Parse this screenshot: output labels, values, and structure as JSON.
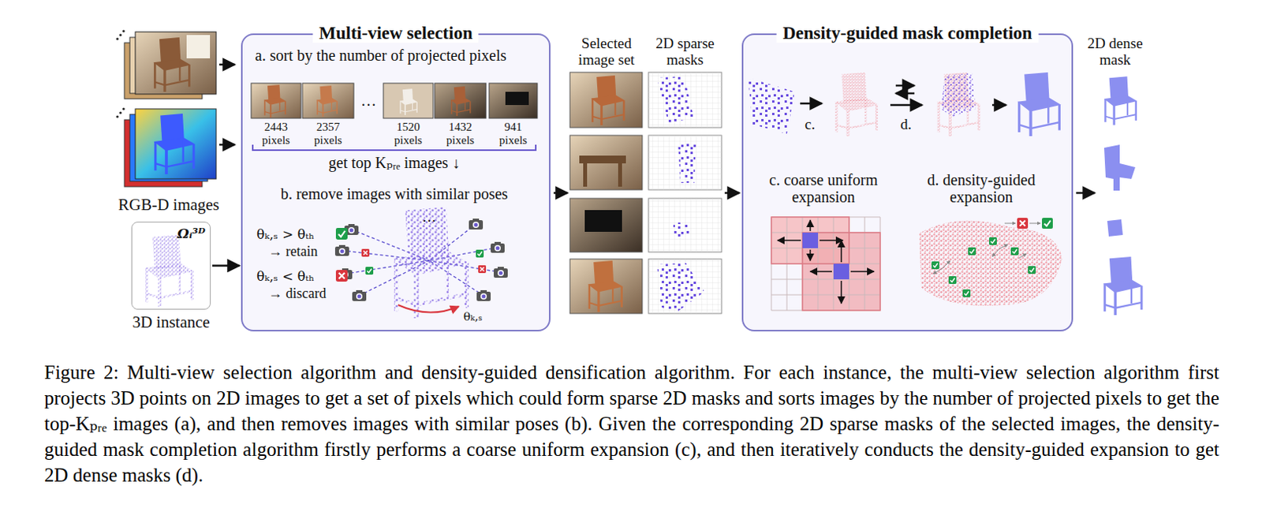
{
  "diagram": {
    "caption": "Figure 2: Multi-view selection algorithm and density-guided densification algorithm. For each instance, the multi-view selection algorithm first projects 3D points on 2D images to get a set of pixels which could form sparse 2D masks and sorts images by the number of projected pixels to get the top-Kₚᵣₑ images (a), and then removes images with similar poses (b). Given the corresponding 2D sparse masks of the selected images, the density-guided mask completion algorithm firstly performs a coarse uniform expansion (c), and then iteratively conducts the density-guided expansion to get 2D dense masks (d).",
    "nodes": [
      {
        "text": [
          "Ωᵢ³ᴰ",
          "3D instance"
        ]
      },
      {
        "text": [
          "Multi-view selection"
        ]
      },
      {
        "text": [
          "Density-guided mask completion"
        ]
      }
    ],
    "edges": [
      {
        "from": 0,
        "to": 1,
        "arrow": "to"
      }
    ],
    "labels": [
      "RGB-D images",
      "a. sort by the number of projected pixels",
      "2443 pixels",
      "2357 pixels",
      "…",
      "1520 pixels",
      "1432 pixels",
      "941 pixels",
      "get top Kₚᵣₑ images ↓",
      "b. remove images with similar poses",
      "θₖ,ₛ > θₜₕ",
      "→ retain",
      "θₖ,ₛ < θₜₕ",
      "→ discard",
      "…",
      "θₖ,ₛ",
      "Selected image set",
      "2D sparse masks",
      "c.",
      "d.",
      "c. coarse uniform expansion",
      "d. density-guided expansion",
      "2D dense mask"
    ]
  }
}
